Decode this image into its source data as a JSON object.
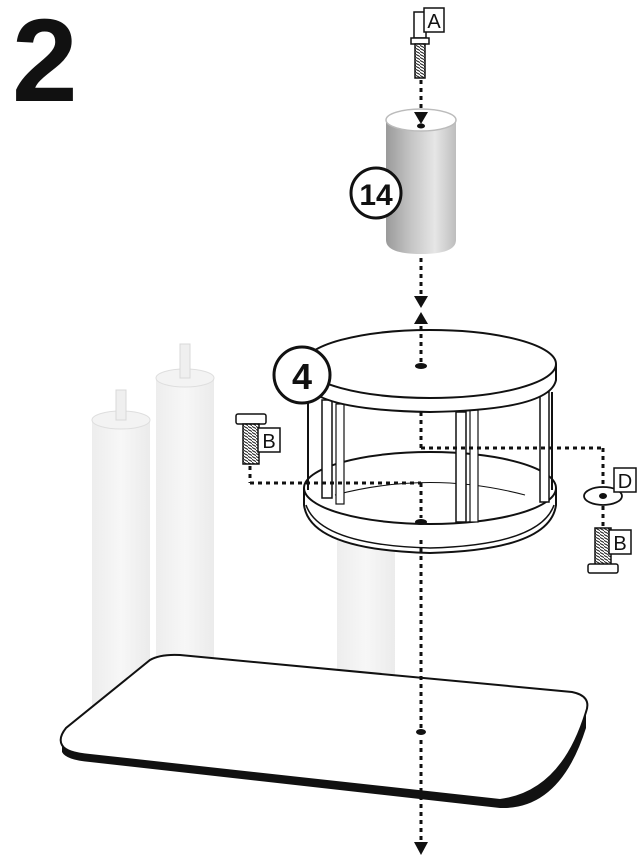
{
  "step": {
    "number": "2"
  },
  "parts": {
    "cylinder_tube": {
      "number": "14"
    },
    "cabinet_box": {
      "number": "4"
    }
  },
  "hardware": {
    "bolt_top": {
      "letter": "A"
    },
    "bolt_left": {
      "letter": "B"
    },
    "bolt_right": {
      "letter": "B"
    },
    "washer": {
      "letter": "D"
    }
  },
  "colors": {
    "ink": "#111111",
    "ghost": "#e6e6e6",
    "paper": "#ffffff"
  }
}
